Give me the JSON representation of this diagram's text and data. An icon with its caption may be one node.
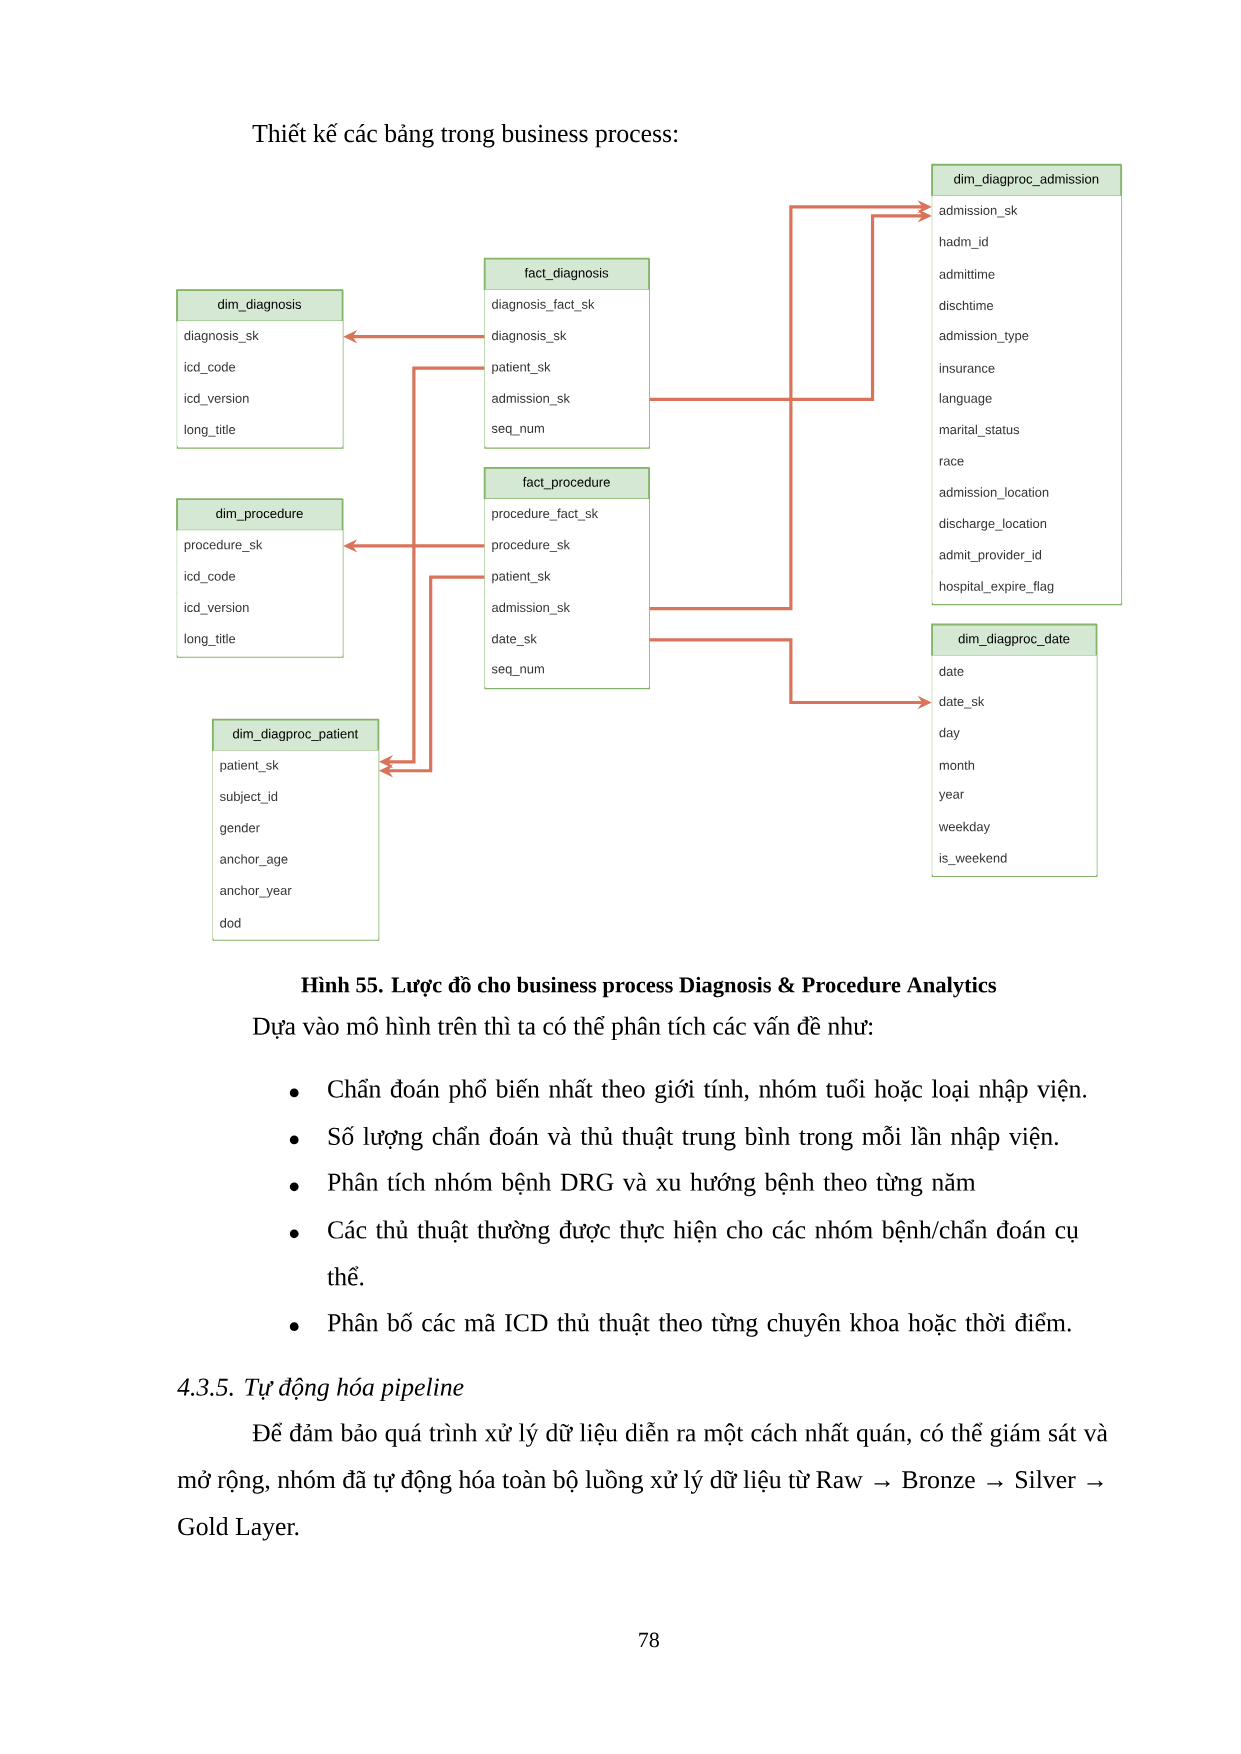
{
  "diagram": {
    "caption": "Hình 55. Lược đồ cho business process Diagnosis & Procedure Analytics",
    "nodes": [
      {
        "text": [
          "dim_diagproc_admission"
        ]
      },
      {
        "text": [
          "admission_sk"
        ],
        "in": 0
      },
      {
        "text": [
          "hadm_id"
        ],
        "in": 0
      },
      {
        "text": [
          "admittime"
        ],
        "in": 0
      },
      {
        "text": [
          "dischtime"
        ],
        "in": 0
      },
      {
        "text": [
          "admission_type"
        ],
        "in": 0
      },
      {
        "text": [
          "insurance"
        ],
        "in": 0
      },
      {
        "text": [
          "language"
        ],
        "in": 0
      },
      {
        "text": [
          "marital_status"
        ],
        "in": 0
      },
      {
        "text": [
          "race"
        ],
        "in": 0
      },
      {
        "text": [
          "admission_location"
        ],
        "in": 0
      },
      {
        "text": [
          "discharge_location"
        ],
        "in": 0
      },
      {
        "text": [
          "admit_provider_id"
        ],
        "in": 0
      },
      {
        "text": [
          "hospital_expire_flag"
        ],
        "in": 0
      },
      {
        "text": [
          "fact_diagnosis"
        ]
      },
      {
        "text": [
          "diagnosis_fact_sk"
        ],
        "in": 14
      },
      {
        "text": [
          "diagnosis_sk"
        ],
        "in": 14
      },
      {
        "text": [
          "patient_sk"
        ],
        "in": 14
      },
      {
        "text": [
          "admission_sk"
        ],
        "in": 14
      },
      {
        "text": [
          "seq_num"
        ],
        "in": 14
      },
      {
        "text": [
          "dim_diagnosis"
        ]
      },
      {
        "text": [
          "diagnosis_sk"
        ],
        "in": 20
      },
      {
        "text": [
          "icd_code"
        ],
        "in": 20
      },
      {
        "text": [
          "icd_version"
        ],
        "in": 20
      },
      {
        "text": [
          "long_title"
        ],
        "in": 20
      },
      {
        "text": [
          "fact_procedure"
        ]
      },
      {
        "text": [
          "procedure_fact_sk"
        ],
        "in": 25
      },
      {
        "text": [
          "procedure_sk"
        ],
        "in": 25
      },
      {
        "text": [
          "patient_sk"
        ],
        "in": 25
      },
      {
        "text": [
          "admission_sk"
        ],
        "in": 25
      },
      {
        "text": [
          "date_sk"
        ],
        "in": 25
      },
      {
        "text": [
          "seq_num"
        ],
        "in": 25
      },
      {
        "text": [
          "dim_procedure"
        ]
      },
      {
        "text": [
          "procedure_sk"
        ],
        "in": 32
      },
      {
        "text": [
          "icd_code"
        ],
        "in": 32
      },
      {
        "text": [
          "icd_version"
        ],
        "in": 32
      },
      {
        "text": [
          "long_title"
        ],
        "in": 32
      },
      {
        "text": [
          "dim_diagproc_date"
        ]
      },
      {
        "text": [
          "date"
        ],
        "in": 37
      },
      {
        "text": [
          "date_sk"
        ],
        "in": 37
      },
      {
        "text": [
          "day"
        ],
        "in": 37
      },
      {
        "text": [
          "month"
        ],
        "in": 37
      },
      {
        "text": [
          "year"
        ],
        "in": 37
      },
      {
        "text": [
          "weekday"
        ],
        "in": 37
      },
      {
        "text": [
          "is_weekend"
        ],
        "in": 37
      },
      {
        "text": [
          "dim_diagproc_patient"
        ]
      },
      {
        "text": [
          "patient_sk"
        ],
        "in": 45
      },
      {
        "text": [
          "subject_id"
        ],
        "in": 45
      },
      {
        "text": [
          "gender"
        ],
        "in": 45
      },
      {
        "text": [
          "anchor_age"
        ],
        "in": 45
      },
      {
        "text": [
          "anchor_year"
        ],
        "in": 45
      },
      {
        "text": [
          "dod"
        ],
        "in": 45
      }
    ],
    "edges": [
      {
        "from": 16,
        "to": 21,
        "arrow": "to"
      },
      {
        "from": 17,
        "to": 46,
        "arrow": "to"
      },
      {
        "from": 18,
        "to": 1,
        "arrow": "to"
      },
      {
        "from": 27,
        "to": 33,
        "arrow": "to"
      },
      {
        "from": 28,
        "to": 46,
        "arrow": "to"
      },
      {
        "from": 29,
        "to": 1,
        "arrow": "to"
      },
      {
        "from": 30,
        "to": 39,
        "arrow": "to"
      }
    ],
    "labels": [
      "Thiết kế các bảng trong business process:",
      "Dựa vào mô hình trên thì ta có thể phân tích các vấn đề như:",
      "Chẩn đoán phổ biến nhất theo giới tính, nhóm tuổi hoặc loại nhập viện.",
      "Số lượng chẩn đoán và thủ thuật trung bình trong mỗi lần nhập viện.",
      "Phân tích nhóm bệnh DRG và xu hướng bệnh theo từng năm",
      "Các thủ thuật thường được thực hiện cho các nhóm bệnh/chẩn đoán cụ thể.",
      "Phân bố các mã ICD thủ thuật theo từng chuyên khoa hoặc thời điểm.",
      "4.3.5. Tự động hóa pipeline",
      "Để đảm bảo quá trình xử lý dữ liệu diễn ra một cách nhất quán, có thể giám sát và mở rộng, nhóm đã tự động hóa toàn bộ luồng xử lý dữ liệu từ Raw → Bronze → Silver → Gold Layer.",
      "78"
    ]
  }
}
